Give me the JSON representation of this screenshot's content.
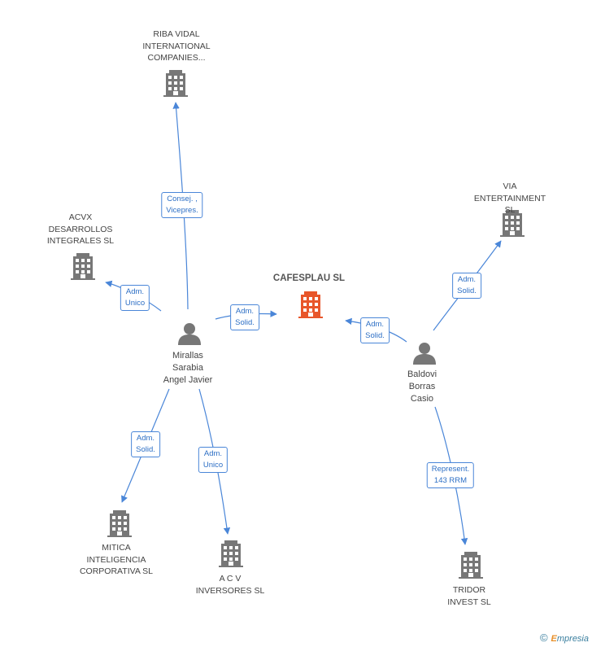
{
  "colors": {
    "edge": "#4a86d8",
    "company": "#777777",
    "center_company": "#e8562a",
    "person": "#777777"
  },
  "company_icon": "building-icon",
  "person_icon": "person-icon",
  "nodes": {
    "center": {
      "label": "CAFESPLAU SL"
    },
    "riba": {
      "label": "RIBA VIDAL\nINTERNATIONAL\nCOMPANIES..."
    },
    "acvx": {
      "label": "ACVX\nDESARROLLOS\nINTEGRALES SL"
    },
    "via": {
      "label": "VIA\nENTERTAINMENT SL"
    },
    "mitica": {
      "label": "MITICA\nINTELIGENCIA\nCORPORATIVA SL"
    },
    "acv": {
      "label": "A C V\nINVERSORES SL"
    },
    "tridor": {
      "label": "TRIDOR\nINVEST  SL"
    }
  },
  "persons": {
    "miralles": {
      "label": "Mirallas\nSarabia\nAngel Javier"
    },
    "baldovi": {
      "label": "Baldovi\nBorras\nCasio"
    }
  },
  "edges": {
    "consej": "Consej. ,\nVicepres.",
    "adm_unico1": "Adm.\nUnico",
    "adm_solid1": "Adm.\nSolid.",
    "adm_solid2": "Adm.\nSolid.",
    "adm_solid3": "Adm.\nSolid.",
    "adm_solid4": "Adm.\nSolid.",
    "adm_unico2": "Adm.\nUnico",
    "represent": "Represent.\n143 RRM"
  },
  "footer": {
    "copyright": "©",
    "brand_first": "E",
    "brand_rest": "mpresia"
  }
}
